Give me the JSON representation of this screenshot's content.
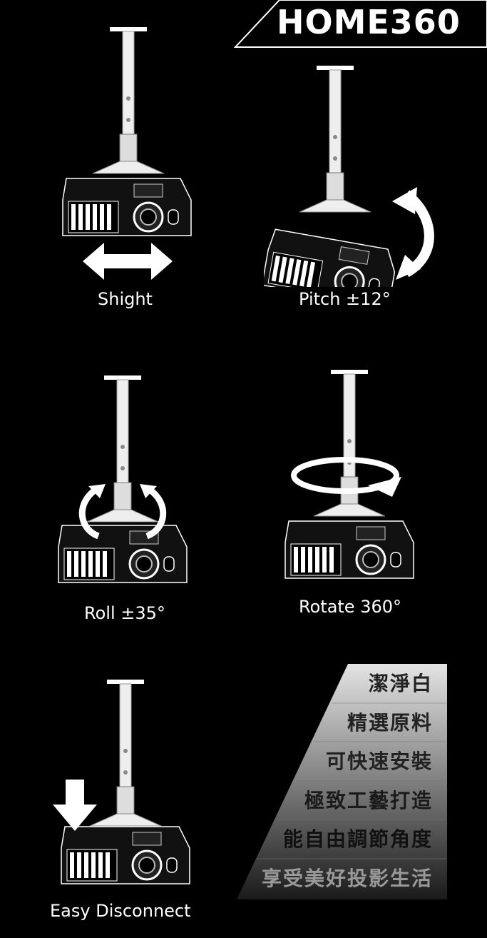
{
  "brand": {
    "name": "HOME360"
  },
  "captions": {
    "shift": "Shight",
    "pitch": "Pitch ±12°",
    "roll": "Roll ±35°",
    "rotate": "Rotate 360°",
    "disconnect": "Easy Disconnect"
  },
  "features": [
    "潔淨白",
    "精選原料",
    "可快速安裝",
    "極致工藝打造",
    "能自由調節角度",
    "享受美好投影生活"
  ],
  "colors": {
    "background": "#000000",
    "foreground": "#ffffff",
    "feature_bg_light": "#dcdcdc",
    "feature_bg_dark": "#1f1f1f"
  }
}
